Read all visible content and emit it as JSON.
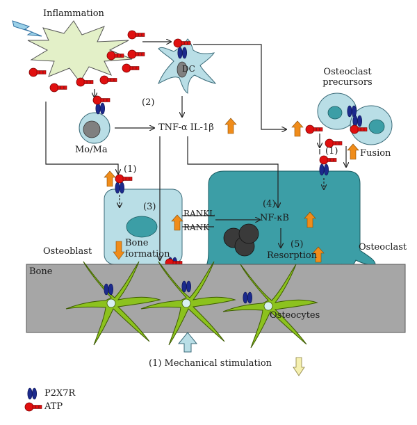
{
  "labels": {
    "inflammation": "Inflammation",
    "dc": "DC",
    "step2": "(2)",
    "mo_ma": "Mo/Ma",
    "tnf": "TNF-α  IL-1β",
    "osteoclast_precursors_1": "Osteoclast",
    "osteoclast_precursors_2": "precursors",
    "fusion": "Fusion",
    "step1_precursor": "(1)",
    "step1_osteoblast": "(1)",
    "step3": "(3)",
    "step4": "(4)",
    "step5": "(5)",
    "rankl": "RANKL",
    "rank": "RANK",
    "nfkb": "NF-κB",
    "bone_formation_1": "Bone",
    "bone_formation_2": "formation",
    "resorption": "Resorption",
    "osteoblast": "Osteoblast",
    "osteoclast": "Osteoclast",
    "bone": "Bone",
    "osteocytes": "Osteocytes",
    "mechanical": "(1) Mechanical stimulation"
  },
  "legend": {
    "p2x7r": "P2X7R",
    "atp": "ATP"
  },
  "colors": {
    "atp_red": "#e01010",
    "p2x7r_blue": "#1c2a8c",
    "up_arrow": "#f08c1a",
    "down_arrow_light": "#f5f0b0",
    "inflammation_fill": "#e3f0c8",
    "osteoclast_fill": "#3c9ea6",
    "osteoblast_fill": "#b9dee6",
    "bone_fill": "#a6a6a6",
    "osteocyte_fill": "#8cc21e"
  }
}
